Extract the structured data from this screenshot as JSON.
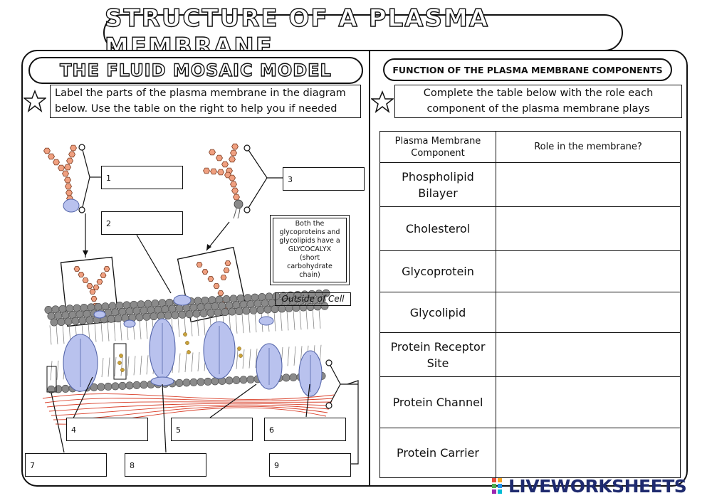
{
  "main_title": "STRUCTURE OF A PLASMA MEMBRANE",
  "left_section": {
    "title": "THE FLUID MOSAIC MODEL",
    "instruction_line1": "Label the parts of the plasma membrane in the diagram",
    "instruction_line2": "below. Use the table on the right to help you if needed",
    "label_boxes": [
      "1",
      "2",
      "3",
      "4",
      "5",
      "6",
      "7",
      "8",
      "9"
    ],
    "glyco_note": [
      "Both the",
      "glycoproteins and",
      "glycolipids have a",
      "GLYCOCALYX",
      "(short",
      "carbohydrate",
      "chain)"
    ],
    "outside_label": "Outside of Cell"
  },
  "right_section": {
    "title": "FUNCTION OF THE PLASMA MEMBRANE COMPONENTS",
    "instruction_line1": "Complete the table below with the role each",
    "instruction_line2": "component of the plasma membrane plays",
    "table": {
      "header_component_line1": "Plasma Membrane",
      "header_component_line2": "Component",
      "header_role": "Role in the membrane?",
      "rows": [
        [
          "Phospholipid",
          "Bilayer"
        ],
        [
          "Cholesterol"
        ],
        [
          "Glycoprotein"
        ],
        [
          "Glycolipid"
        ],
        [
          "Protein Receptor",
          "Site"
        ],
        [
          "Protein Channel"
        ],
        [
          "Protein Carrier"
        ]
      ]
    }
  },
  "brand": "LIVEWORKSHEETS",
  "colors": {
    "phosphate_head": "#8a8a8a",
    "protein": "#b9c2ee",
    "carbohydrate": "#f0a080",
    "cholesterol": "#c9a23a",
    "cytoskeleton": "#d9402a",
    "brand": "#1e2a6e"
  }
}
